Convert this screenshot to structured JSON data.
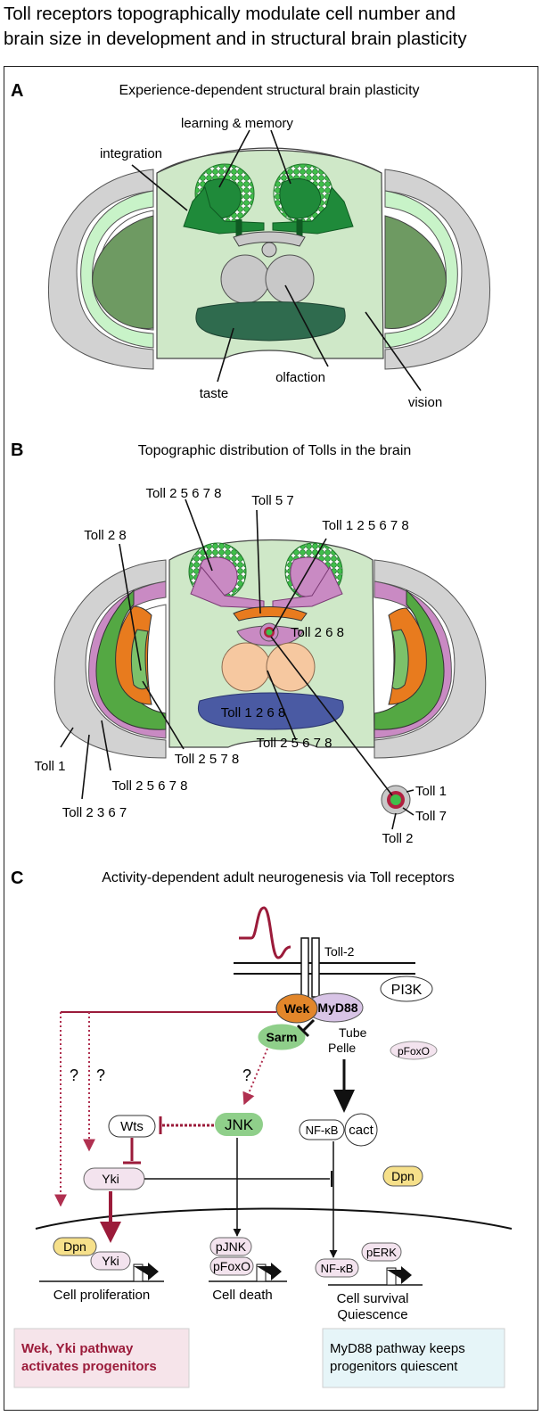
{
  "title": {
    "line1": "Toll receptors topographically modulate cell number and",
    "line2": "brain size in development and in structural brain plasticity"
  },
  "panel_a": {
    "letter": "A",
    "heading": "Experience-dependent structural brain plasticity",
    "labels": {
      "learning": "learning & memory",
      "integration": "integration",
      "olfaction": "olfaction",
      "taste": "taste",
      "vision": "vision"
    }
  },
  "panel_b": {
    "letter": "B",
    "heading": "Topographic distribution of Tolls in the brain",
    "labels": {
      "t25678_top": "Toll 2 5 6 7 8",
      "t57": "Toll 5 7",
      "t125678": "Toll 1 2 5 6 7 8",
      "t28": "Toll 2 8",
      "t268": "Toll 2 6 8",
      "t1268": "Toll 1 2 6 8",
      "t25678_mid": "Toll 2 5 6 7 8",
      "t2578": "Toll 2 5 7 8",
      "t1": "Toll 1",
      "t25678_low": "Toll 2 5 6 7 8",
      "t2367": "Toll 2 3 6 7",
      "inset_t1": "Toll 1",
      "inset_t7": "Toll 7",
      "inset_t2": "Toll 2"
    }
  },
  "panel_c": {
    "letter": "C",
    "heading": "Activity-dependent adult neurogenesis via Toll receptors",
    "receptor": "Toll-2",
    "nodes": {
      "wek": "Wek",
      "myd88": "MyD88",
      "pi3k": "PI3K",
      "sarm": "Sarm",
      "tube": "Tube",
      "pelle": "Pelle",
      "pfoxo_top": "pFoxO",
      "jnk": "JNK",
      "wts": "Wts",
      "yki": "Yki",
      "nfkb": "NF-κB",
      "cact": "cact",
      "dpn_right": "Dpn",
      "dpn_left": "Dpn",
      "yki_nuc": "Yki",
      "pjnk": "pJNK",
      "pfoxo_nuc": "pFoxO",
      "nfkb_nuc": "NF-κB",
      "perk": "pERK",
      "q1": "?",
      "q2": "?",
      "q3": "?"
    },
    "outcomes": {
      "proliferation": "Cell proliferation",
      "death": "Cell death",
      "survival": "Cell survival",
      "quiescence": "Quiescence"
    },
    "boxes": {
      "wek_line1": "Wek, Yki pathway",
      "wek_line2": "activates progenitors",
      "myd_line1": "MyD88 pathway keeps",
      "myd_line2": "progenitors quiescent"
    }
  },
  "colors": {
    "brain_light_green": "#cfe8c8",
    "mushroom_body_green": "#1f8a3a",
    "taste_green": "#2f6b4e",
    "optic_green": "#6e9a62",
    "toll_pink": "#c98ac3",
    "toll_orange": "#e87b1e",
    "toll_blue": "#4a5aa3",
    "toll_peach": "#f6c8a0",
    "crimson": "#9b1b3a",
    "wek_orange": "#e2862a",
    "myd88_lilac": "#d8c4e6",
    "sarm_green": "#8fcf8a",
    "dpn_yellow": "#f6e08a",
    "yki_pink": "#f3e3ee",
    "wek_box_bg": "#f6e4ea",
    "myd_box_bg": "#e6f5f8"
  }
}
